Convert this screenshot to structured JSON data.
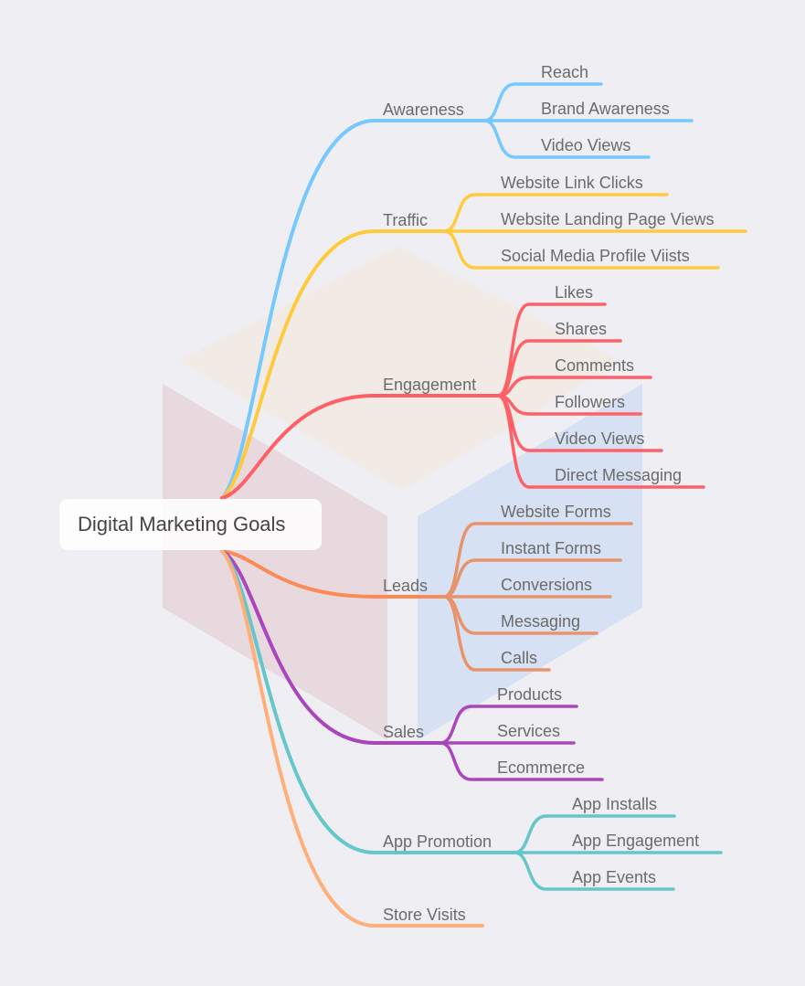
{
  "root": {
    "label": "Digital Marketing Goals"
  },
  "branches": [
    {
      "label": "Awareness",
      "color": "#76c8fd",
      "children": [
        "Reach",
        "Brand Awareness",
        "Video Views"
      ]
    },
    {
      "label": "Traffic",
      "color": "#ffcb3d",
      "children": [
        "Website Link Clicks",
        "Website Landing Page Views",
        "Social Media Profile Viists"
      ]
    },
    {
      "label": "Engagement",
      "color": "#ff6068",
      "children": [
        "Likes",
        "Shares",
        "Comments",
        "Followers",
        "Video Views",
        "Direct Messaging"
      ]
    },
    {
      "label": "Leads",
      "color": "#fa8b56",
      "child_color": "#e8936a",
      "children": [
        "Website Forms",
        "Instant Forms",
        "Conversions",
        "Messaging",
        "Calls"
      ]
    },
    {
      "label": "Sales",
      "color": "#aa46bc",
      "children": [
        "Products",
        "Services",
        "Ecommerce"
      ]
    },
    {
      "label": "App Promotion",
      "color": "#65c7c9",
      "children": [
        "App Installs",
        "App Engagement",
        "App Events"
      ]
    },
    {
      "label": "Store Visits",
      "color": "#ffb07a",
      "children": []
    }
  ]
}
